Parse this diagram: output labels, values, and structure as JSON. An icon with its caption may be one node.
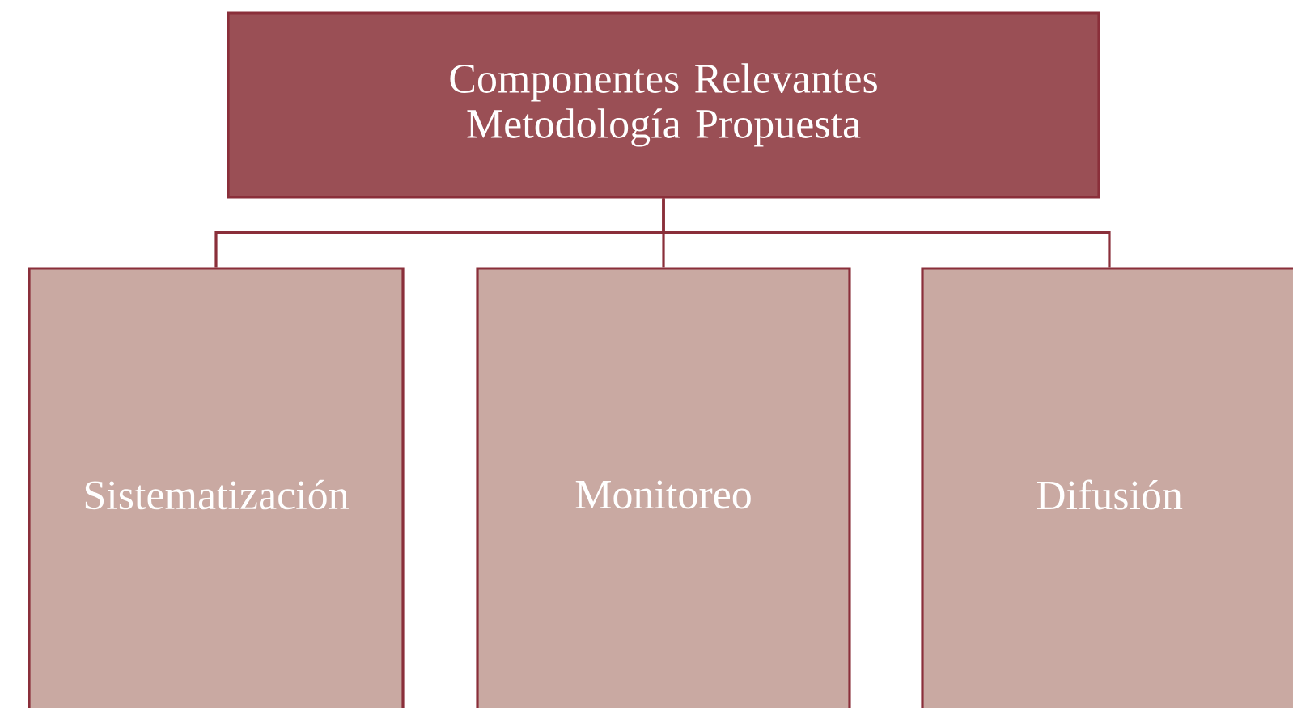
{
  "diagram": {
    "nodes": [
      {
        "text": [
          "Componentes Relevantes Metodología Propuesta"
        ]
      },
      {
        "text": [
          "Sistematización"
        ]
      },
      {
        "text": [
          "Monitoreo"
        ]
      },
      {
        "text": [
          "Difusión"
        ]
      }
    ],
    "edges": [
      {
        "from": 0,
        "to": 1,
        "arrow": "none"
      },
      {
        "from": 0,
        "to": 2,
        "arrow": "none"
      },
      {
        "from": 0,
        "to": 3,
        "arrow": "none"
      }
    ]
  }
}
